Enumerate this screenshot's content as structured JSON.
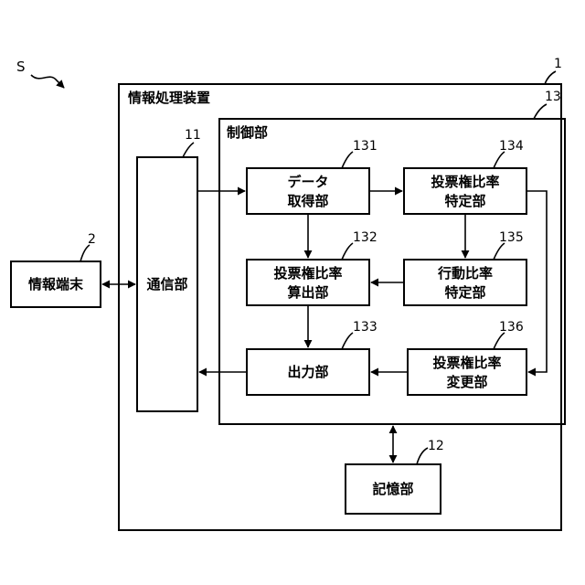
{
  "system_label": "S",
  "device": {
    "title": "情報処理装置",
    "number": "1"
  },
  "controller": {
    "title": "制御部",
    "number": "13"
  },
  "comm": {
    "label": "通信部",
    "number": "11"
  },
  "terminal": {
    "label": "情報端末",
    "number": "2"
  },
  "storage": {
    "label": "記憶部",
    "number": "12"
  },
  "blocks": {
    "data_acq": {
      "line1": "データ",
      "line2": "取得部",
      "number": "131"
    },
    "ratio_calc": {
      "line1": "投票権比率",
      "line2": "算出部",
      "number": "132"
    },
    "output": {
      "label": "出力部",
      "number": "133"
    },
    "ratio_spec": {
      "line1": "投票権比率",
      "line2": "特定部",
      "number": "134"
    },
    "action_spec": {
      "line1": "行動比率",
      "line2": "特定部",
      "number": "135"
    },
    "ratio_change": {
      "line1": "投票権比率",
      "line2": "変更部",
      "number": "136"
    }
  }
}
